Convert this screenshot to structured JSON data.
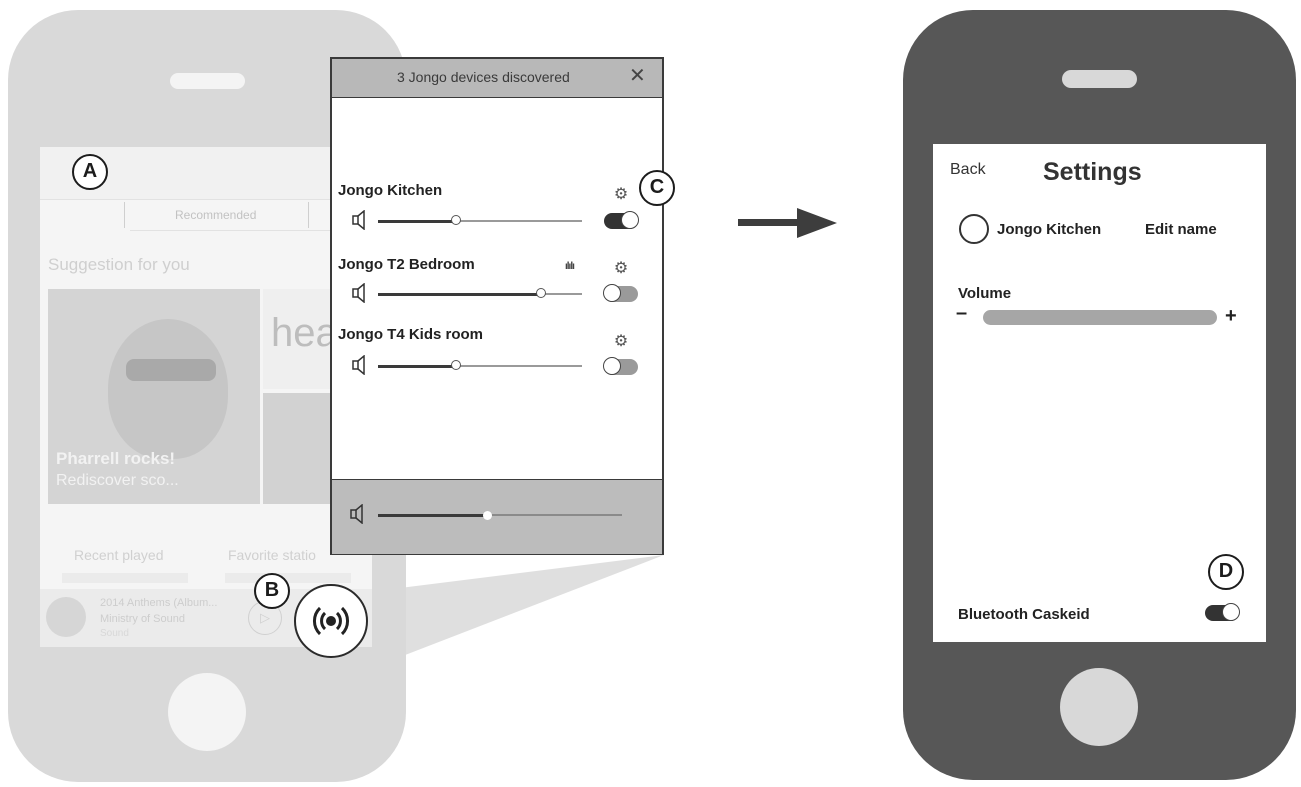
{
  "left_phone": {
    "tab_recommended": "Recommended",
    "suggestion_heading": "Suggestion for you",
    "card_title": "Pharrell rocks!",
    "card_subtitle": "Rediscover sco...",
    "side_card_text": "hea",
    "recent_played": "Recent played",
    "favorite_stations": "Favorite statio",
    "player_line1": "2014 Anthems (Album...",
    "player_line2": "Ministry of Sound",
    "player_line3": "Sound"
  },
  "callouts": {
    "a": "A",
    "b": "B",
    "c": "C",
    "d": "D"
  },
  "popup": {
    "title": "3 Jongo devices discovered",
    "close_glyph": "✕",
    "devices": [
      {
        "name": "Jongo Kitchen",
        "volume": 0.38,
        "enabled": true,
        "playing_indicator": ""
      },
      {
        "name": "Jongo T2 Bedroom",
        "volume": 0.8,
        "enabled": false,
        "playing_indicator": "ılılı"
      },
      {
        "name": "Jongo T4 Kids room",
        "volume": 0.38,
        "enabled": false,
        "playing_indicator": ""
      }
    ],
    "master_volume": 0.45,
    "gear_glyph": "⚙"
  },
  "settings": {
    "back_label": "Back",
    "title": "Settings",
    "device_name": "Jongo Kitchen",
    "edit_name": "Edit name",
    "volume_label": "Volume",
    "minus": "–",
    "plus": "+",
    "bluetooth_label": "Bluetooth Caskeid",
    "bluetooth_enabled": true
  },
  "colors": {
    "left_phone_body": "#d9d9d9",
    "right_phone_body": "#575757",
    "popup_header": "#b8b8b8",
    "arrow": "#3d3d3d"
  },
  "icons": {
    "cast": "cast-icon",
    "speaker": "speaker-icon",
    "gear": "gear-icon",
    "close": "close-icon",
    "arrow": "arrow-right-icon"
  }
}
